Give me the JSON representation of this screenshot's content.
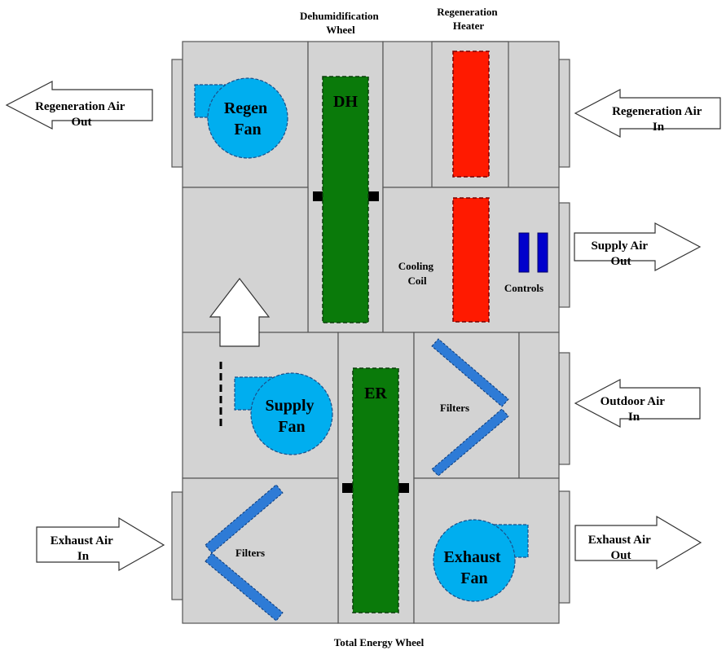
{
  "labels": {
    "dh_wheel_title": [
      "Dehumidification",
      "Wheel"
    ],
    "regen_heater_title": [
      "Regeneration",
      "Heater"
    ],
    "total_energy_wheel": "Total Energy Wheel",
    "regen_air_out": [
      "Regeneration Air",
      "Out"
    ],
    "regen_air_in": [
      "Regeneration Air",
      "In"
    ],
    "supply_air_out": [
      "Supply Air",
      "Out"
    ],
    "outdoor_air_in": [
      "Outdoor Air",
      "In"
    ],
    "exhaust_air_in": [
      "Exhaust Air",
      "In"
    ],
    "exhaust_air_out": [
      "Exhaust Air",
      "Out"
    ],
    "regen_fan": [
      "Regen",
      "Fan"
    ],
    "supply_fan": [
      "Supply",
      "Fan"
    ],
    "exhaust_fan": [
      "Exhaust",
      "Fan"
    ],
    "dh": "DH",
    "er": "ER",
    "cooling_coil": [
      "Cooling",
      "Coil"
    ],
    "controls": "Controls",
    "filters_upper": "Filters",
    "filters_lower": "Filters"
  },
  "colors": {
    "panel": "#d3d3d3",
    "fan": "#00aeef",
    "wheel": "#0a7a0a",
    "heater": "#ff1a00",
    "filter": "#2e7bd6",
    "controls": "#0000cc"
  }
}
